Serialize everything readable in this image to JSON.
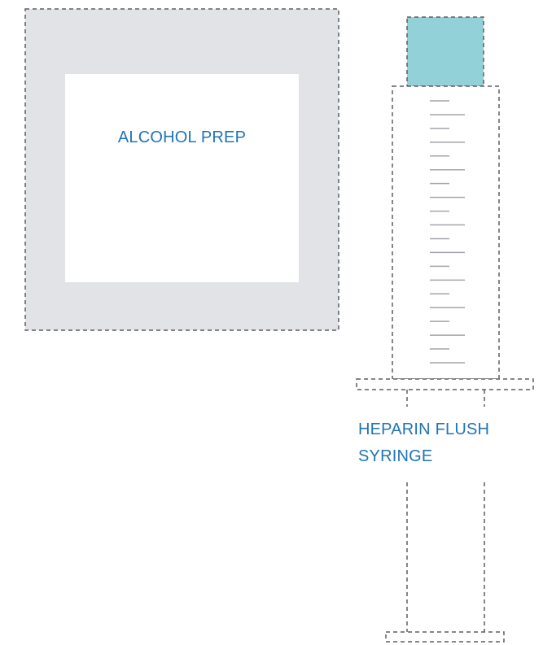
{
  "alcohol_prep": {
    "label": "ALCOHOL PREP",
    "outer_fill": "#e1e3e6",
    "inner_fill": "#ffffff"
  },
  "syringe": {
    "label_line_1": "HEPARIN FLUSH",
    "label_line_2": "SYRINGE",
    "cap_fill": "#93d1d8",
    "graduation_color": "#a2a5aa",
    "graduation_count": 20
  },
  "colors": {
    "label": "#1f74b7",
    "outline": "#5b5e63"
  }
}
